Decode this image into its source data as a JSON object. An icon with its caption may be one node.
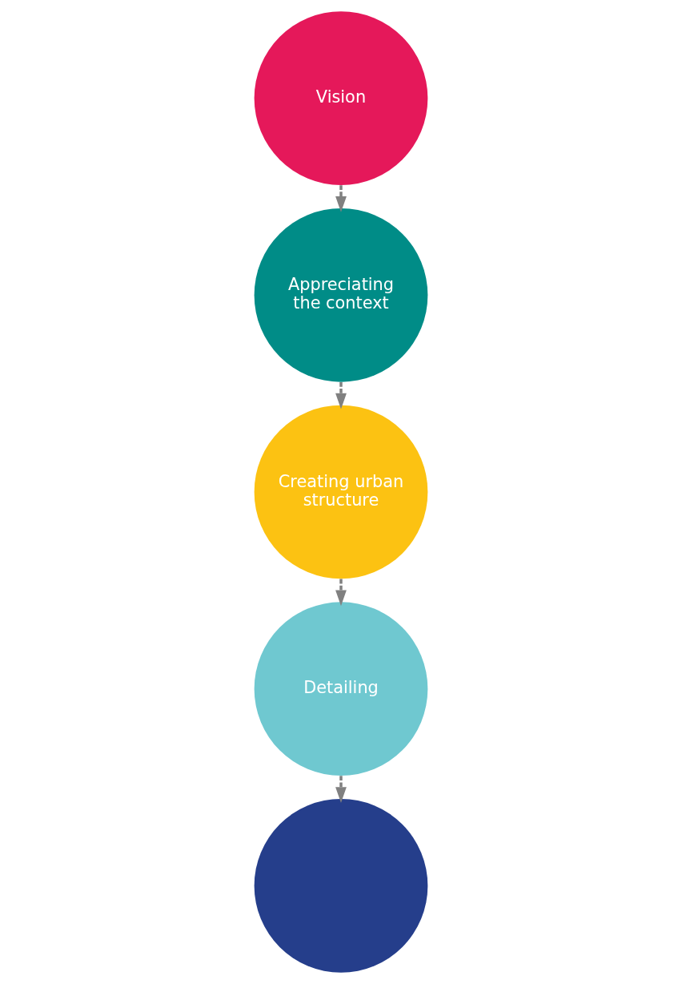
{
  "diagram": {
    "nodes": [
      {
        "text": [
          "Vision"
        ]
      },
      {
        "text": [
          "Appreciating the context"
        ]
      },
      {
        "text": [
          "Creating urban structure"
        ]
      },
      {
        "text": [
          "Detailing"
        ]
      },
      {
        "text": [],
        "shape": "circle"
      }
    ],
    "edges": [
      {
        "from": 0,
        "to": 1,
        "arrow": "to",
        "style": "dashed"
      },
      {
        "from": 1,
        "to": 2,
        "arrow": "to",
        "style": "dashed"
      },
      {
        "from": 2,
        "to": 3,
        "arrow": "to",
        "style": "dashed"
      },
      {
        "from": 3,
        "to": 4,
        "arrow": "to",
        "style": "dashed"
      }
    ]
  }
}
